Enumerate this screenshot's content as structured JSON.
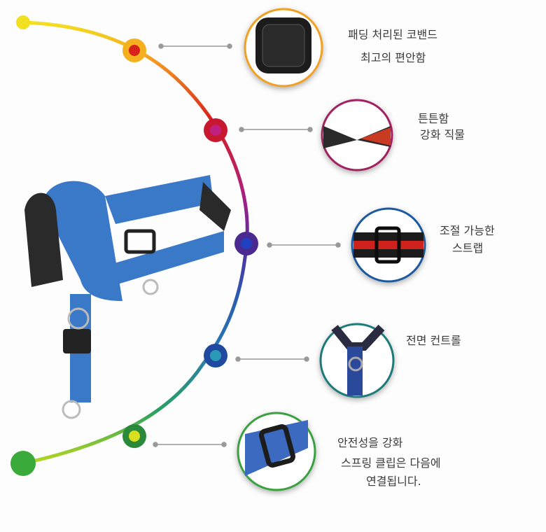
{
  "features": [
    {
      "lines": [
        "패딩 처리된 코밴드",
        "최고의 편안함"
      ],
      "color": "#f0a020"
    },
    {
      "lines": [
        "튼튼함",
        "강화 직물"
      ],
      "color": "#b0205a"
    },
    {
      "lines": [
        "조절 가능한",
        "스트랩"
      ],
      "color": "#1f5aa0"
    },
    {
      "lines": [
        "전면 컨트롤"
      ],
      "color": "#1e7a78"
    },
    {
      "lines": [
        "안전성을 강화",
        "스프링 클립은 다음에",
        "연결됩니다."
      ],
      "color": "#3aa040"
    }
  ],
  "colors": {
    "product": "#3a78c8",
    "padding": "#2a2a2a"
  }
}
